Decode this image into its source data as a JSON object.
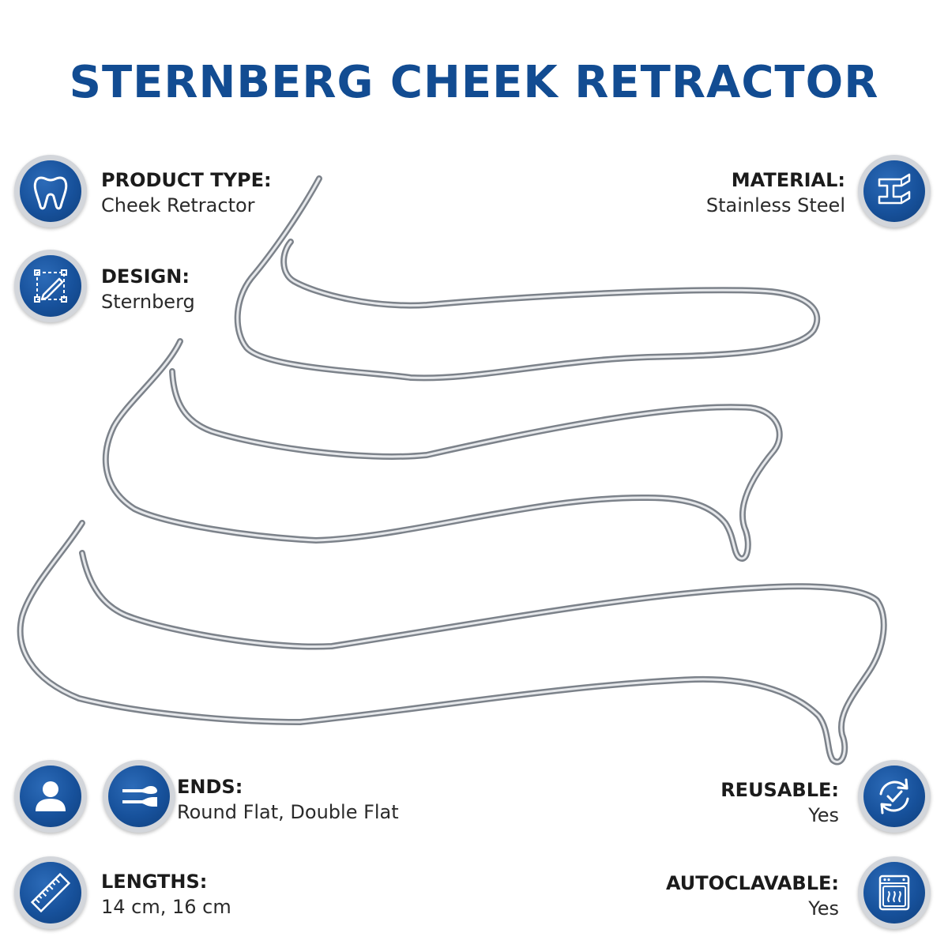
{
  "title": "STERNBERG CHEEK RETRACTOR",
  "colors": {
    "brand_blue": "#124c92",
    "badge_ring": "#d3d6db",
    "text": "#1b1b1b",
    "steel": "#9aa0a8"
  },
  "features": {
    "product_type": {
      "label": "PRODUCT TYPE:",
      "value": "Cheek Retractor",
      "icon": "tooth-icon"
    },
    "design": {
      "label": "DESIGN:",
      "value": "Sternberg",
      "icon": "pen-design-icon"
    },
    "ends": {
      "label": "ENDS:",
      "value": "Round Flat, Double Flat",
      "icons": [
        "person-icon",
        "instrument-ends-icon"
      ]
    },
    "lengths": {
      "label": "LENGTHS:",
      "value": "14 cm, 16 cm",
      "icon": "ruler-icon"
    },
    "material": {
      "label": "MATERIAL:",
      "value": "Stainless Steel",
      "icon": "steel-beam-icon"
    },
    "reusable": {
      "label": "REUSABLE:",
      "value": "Yes",
      "icon": "reuse-check-icon"
    },
    "autoclavable": {
      "label": "AUTOCLAVABLE:",
      "value": "Yes",
      "icon": "autoclave-icon"
    }
  }
}
